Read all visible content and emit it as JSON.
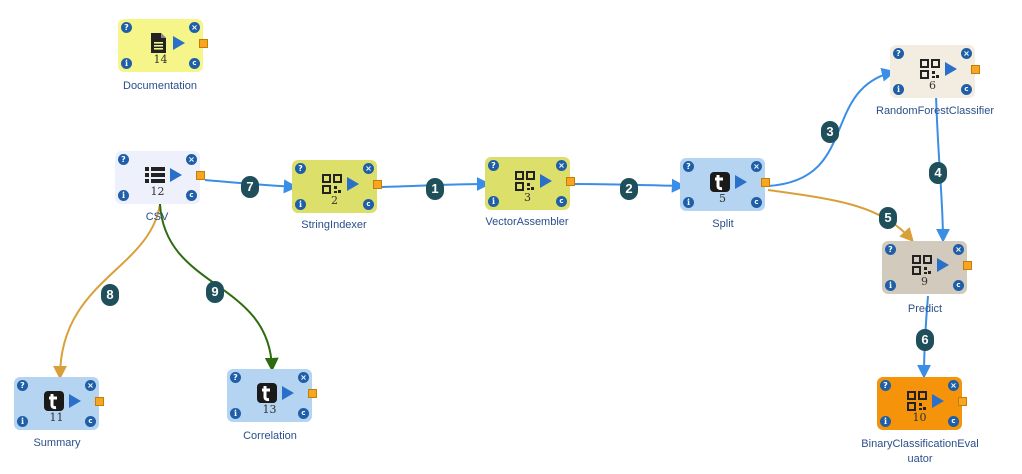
{
  "colors": {
    "edge_blue": "#3a8ee6",
    "edge_orange": "#d9a03a",
    "edge_green": "#2c6b0f",
    "badge": "#1e4f5a",
    "button_blue": "#1f5fa8",
    "port": "#f5a623"
  },
  "nodes": [
    {
      "id": "14",
      "label": "Documentation",
      "icon": "document-icon",
      "fill": "#f5f58a"
    },
    {
      "id": "12",
      "label": "CSV",
      "icon": "list-icon",
      "fill": "#eef0fb"
    },
    {
      "id": "2",
      "label": "StringIndexer",
      "icon": "qr-code-icon",
      "fill": "#dcdf6a"
    },
    {
      "id": "3",
      "label": "VectorAssembler",
      "icon": "qr-code-icon",
      "fill": "#dcdf6a"
    },
    {
      "id": "5",
      "label": "Split",
      "icon": "t-block-icon",
      "fill": "#b4d4f2"
    },
    {
      "id": "6",
      "label": "RandomForestClassifier",
      "icon": "qr-code-icon",
      "fill": "#f3ede1"
    },
    {
      "id": "9",
      "label": "Predict",
      "icon": "qr-code-icon",
      "fill": "#d2cbbd"
    },
    {
      "id": "10",
      "label": "BinaryClassificationEval\nuator",
      "icon": "qr-code-icon",
      "fill": "#f5940a"
    },
    {
      "id": "11",
      "label": "Summary",
      "icon": "t-block-icon",
      "fill": "#b4d4f2"
    },
    {
      "id": "13",
      "label": "Correlation",
      "icon": "t-block-icon",
      "fill": "#b4d4f2"
    }
  ],
  "edges": [
    {
      "badge": "7",
      "from": "12",
      "to": "2",
      "color": "blue"
    },
    {
      "badge": "1",
      "from": "2",
      "to": "3",
      "color": "blue"
    },
    {
      "badge": "2",
      "from": "3",
      "to": "5",
      "color": "blue"
    },
    {
      "badge": "3",
      "from": "5",
      "to": "6",
      "color": "blue"
    },
    {
      "badge": "4",
      "from": "6",
      "to": "9",
      "color": "blue"
    },
    {
      "badge": "5",
      "from": "5",
      "to": "9",
      "color": "orange"
    },
    {
      "badge": "6",
      "from": "9",
      "to": "10",
      "color": "blue"
    },
    {
      "badge": "8",
      "from": "12",
      "to": "11",
      "color": "orange"
    },
    {
      "badge": "9",
      "from": "12",
      "to": "13",
      "color": "green"
    }
  ],
  "buttons": {
    "help": "?",
    "info": "i",
    "close": "×",
    "config": "c"
  }
}
